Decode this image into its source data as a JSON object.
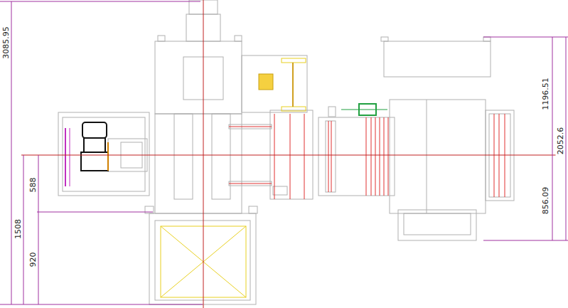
{
  "diagram": {
    "labels": [
      "3085.95",
      "588",
      "1508",
      "920",
      "1196.51",
      "2052.6",
      "856.09"
    ]
  }
}
